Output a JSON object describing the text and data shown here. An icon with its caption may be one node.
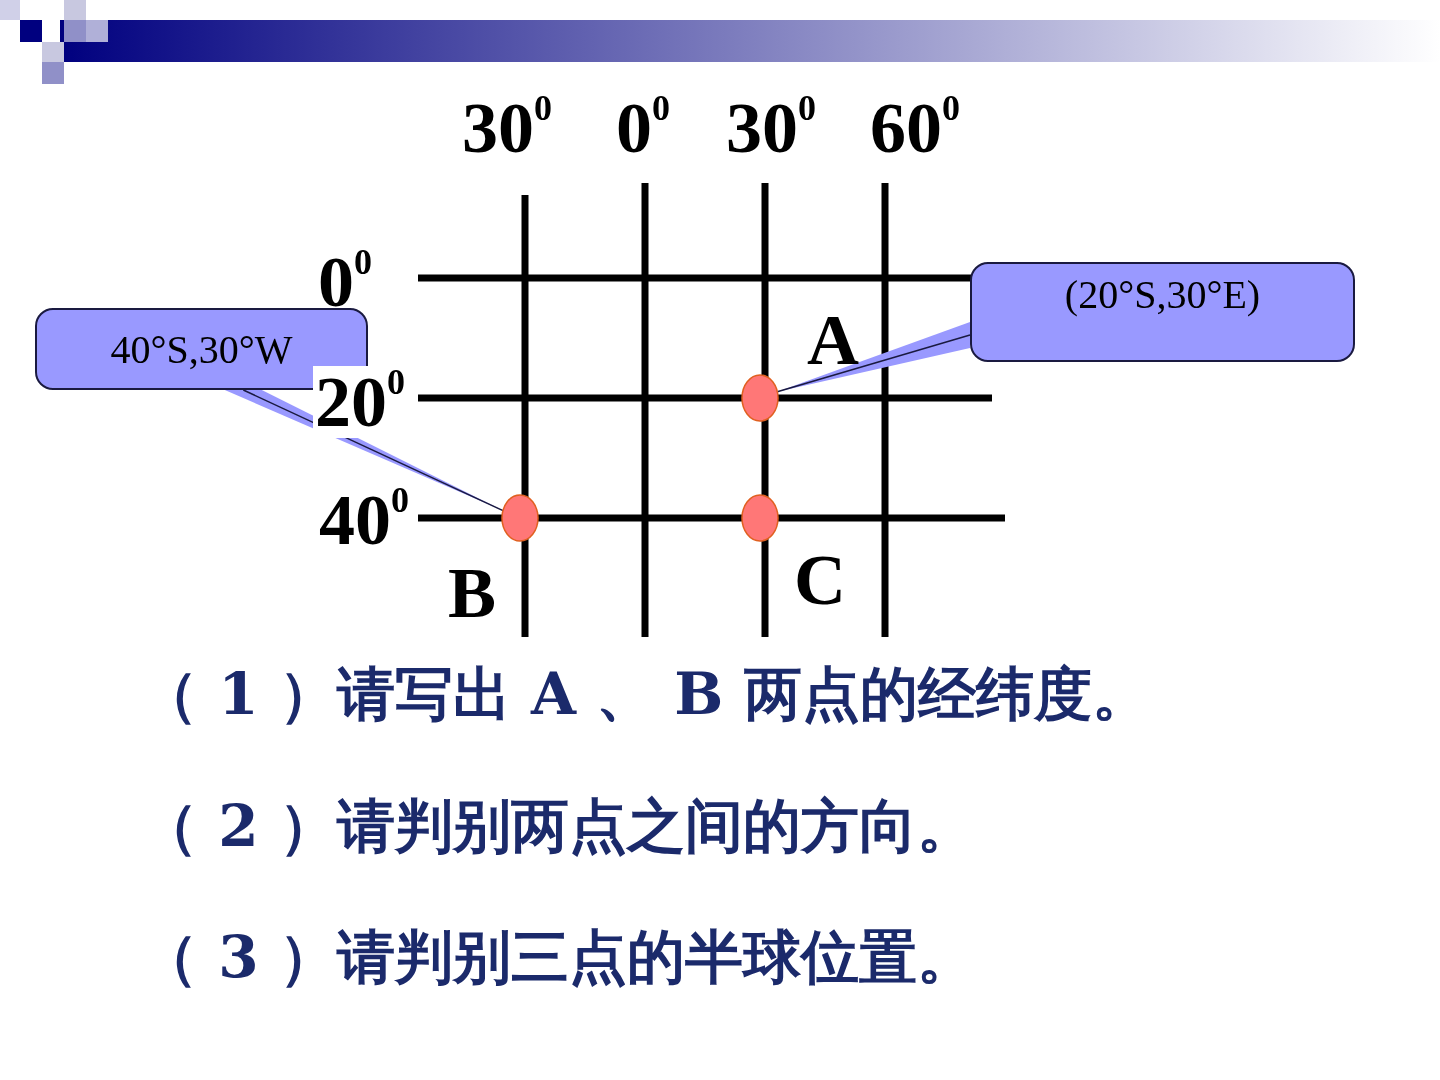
{
  "diagram": {
    "nodes": [
      {
        "text": [
          "(20°S,30°E)"
        ]
      },
      {
        "text": [
          "40°S,30°W"
        ]
      },
      {
        "text": [],
        "shape": "circle"
      },
      {
        "text": [],
        "shape": "circle"
      },
      {
        "text": [],
        "shape": "circle"
      }
    ],
    "edges": [
      {
        "from": 0,
        "to": 2,
        "arrow": "none"
      },
      {
        "from": 1,
        "to": 3,
        "arrow": "none"
      }
    ],
    "labels": [
      "30$^{0}$",
      "0$^{0}$",
      "30$^{0}$",
      "60$^{0}$",
      "0$^{0}$",
      "A",
      "20$^{0}$",
      "40$^{0}$",
      "B",
      "C",
      "（ 1 ）请写出 A 、 B 两点的经纬度。",
      "（ 2 ）请判别两点之间的方向。",
      "（ 3 ）请判别三点的半球位置。"
    ]
  }
}
